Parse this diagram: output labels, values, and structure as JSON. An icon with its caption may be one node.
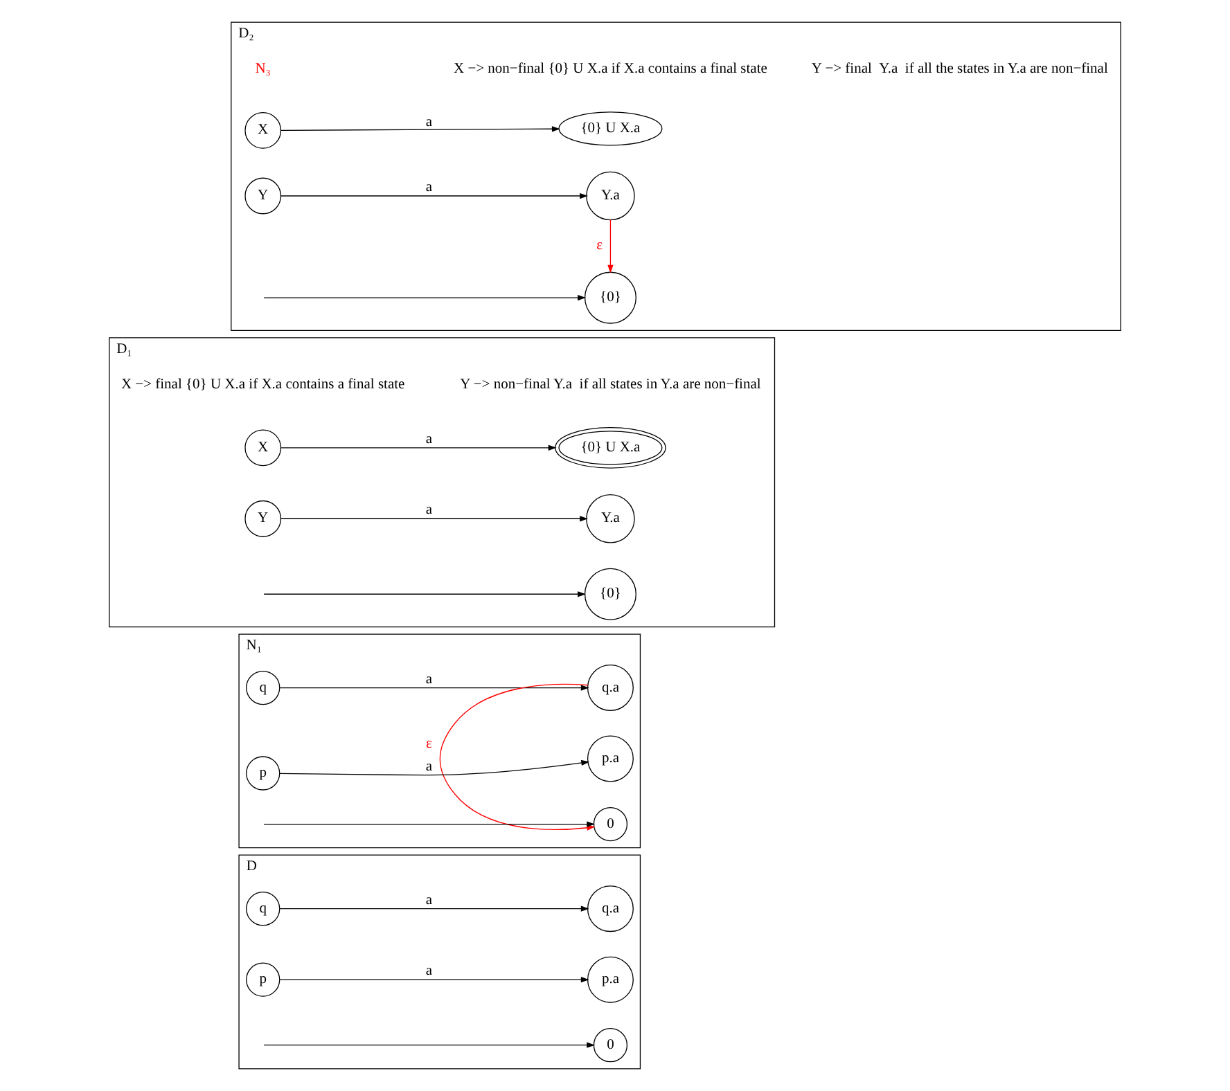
{
  "diagram": {
    "nodes": [
      {
        "text": [
          "D"
        ]
      },
      {
        "text": [
          "0"
        ],
        "in": 0
      },
      {
        "text": [
          "q"
        ],
        "in": 0
      },
      {
        "text": [
          "q.a"
        ],
        "in": 0
      },
      {
        "text": [
          "p"
        ],
        "in": 0
      },
      {
        "text": [
          "p.a"
        ],
        "in": 0
      },
      {
        "text": [
          "N₁"
        ]
      },
      {
        "text": [
          "0"
        ],
        "in": 6
      },
      {
        "text": [
          "q"
        ],
        "in": 6
      },
      {
        "text": [
          "q.a"
        ],
        "in": 6
      },
      {
        "text": [
          "p"
        ],
        "in": 6
      },
      {
        "text": [
          "p.a"
        ],
        "in": 6
      },
      {
        "text": [
          "D₁",
          "X −> final {0} U X.a if X.a contains a final state",
          "Y −> non−final Y.a  if all states in Y.a are non−final"
        ]
      },
      {
        "text": [
          "{0}"
        ],
        "in": 12
      },
      {
        "text": [
          "X"
        ],
        "in": 12
      },
      {
        "text": [
          "{0} U X.a"
        ],
        "in": 12
      },
      {
        "text": [
          "Y"
        ],
        "in": 12
      },
      {
        "text": [
          "Y.a"
        ],
        "in": 12
      },
      {
        "text": [
          "D₂",
          "N₃",
          "X −> non−final {0} U X.a if X.a contains a final state",
          "Y −> final  Y.a  if all the states in Y.a are non−final"
        ]
      },
      {
        "text": [
          "{0}"
        ],
        "in": 18
      },
      {
        "text": [
          "X"
        ],
        "in": 18
      },
      {
        "text": [
          "{0} U X.a"
        ],
        "in": 18
      },
      {
        "text": [
          "Y"
        ],
        "in": 18
      },
      {
        "text": [
          "Y.a"
        ],
        "in": 18
      }
    ],
    "edges": [
      {
        "from": null,
        "to": 1,
        "arrow": "to"
      },
      {
        "from": 2,
        "to": 3,
        "arrow": "to",
        "label": "a"
      },
      {
        "from": 4,
        "to": 5,
        "arrow": "to",
        "label": "a"
      },
      {
        "from": null,
        "to": 7,
        "arrow": "to"
      },
      {
        "from": 9,
        "to": 7,
        "arrow": "to",
        "label": "ε",
        "color": "#ff0000"
      },
      {
        "from": 8,
        "to": 9,
        "arrow": "to",
        "label": "a"
      },
      {
        "from": 10,
        "to": 11,
        "arrow": "to",
        "label": "a"
      },
      {
        "from": null,
        "to": 13,
        "arrow": "to"
      },
      {
        "from": 14,
        "to": 15,
        "arrow": "to",
        "label": "a"
      },
      {
        "from": 16,
        "to": 17,
        "arrow": "to",
        "label": "a"
      },
      {
        "from": null,
        "to": 19,
        "arrow": "to"
      },
      {
        "from": 23,
        "to": 19,
        "arrow": "to",
        "label": "ε",
        "color": "#ff0000"
      },
      {
        "from": 20,
        "to": 21,
        "arrow": "to",
        "label": "a"
      },
      {
        "from": 22,
        "to": 23,
        "arrow": "to",
        "label": "a"
      }
    ]
  }
}
